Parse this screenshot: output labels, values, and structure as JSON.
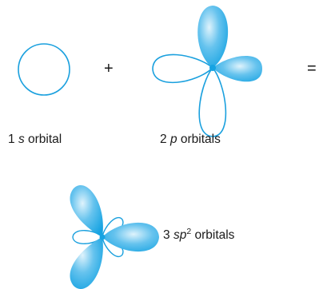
{
  "operators": {
    "plus": "+",
    "equals": "="
  },
  "labels": {
    "s_label": {
      "count": "1",
      "letter": "s",
      "word": "orbital"
    },
    "p_label": {
      "count": "2",
      "letter": "p",
      "word": "orbitals"
    },
    "sp2_label": {
      "count": "3",
      "letter": "sp",
      "exponent": "2",
      "word": "orbitals"
    }
  },
  "colors": {
    "lobe_fill_light": "#dff3fc",
    "lobe_fill_mid": "#66c3ee",
    "lobe_fill_dark": "#16a3e2",
    "outline": "#1aa0de",
    "text": "#1a1a1a"
  }
}
